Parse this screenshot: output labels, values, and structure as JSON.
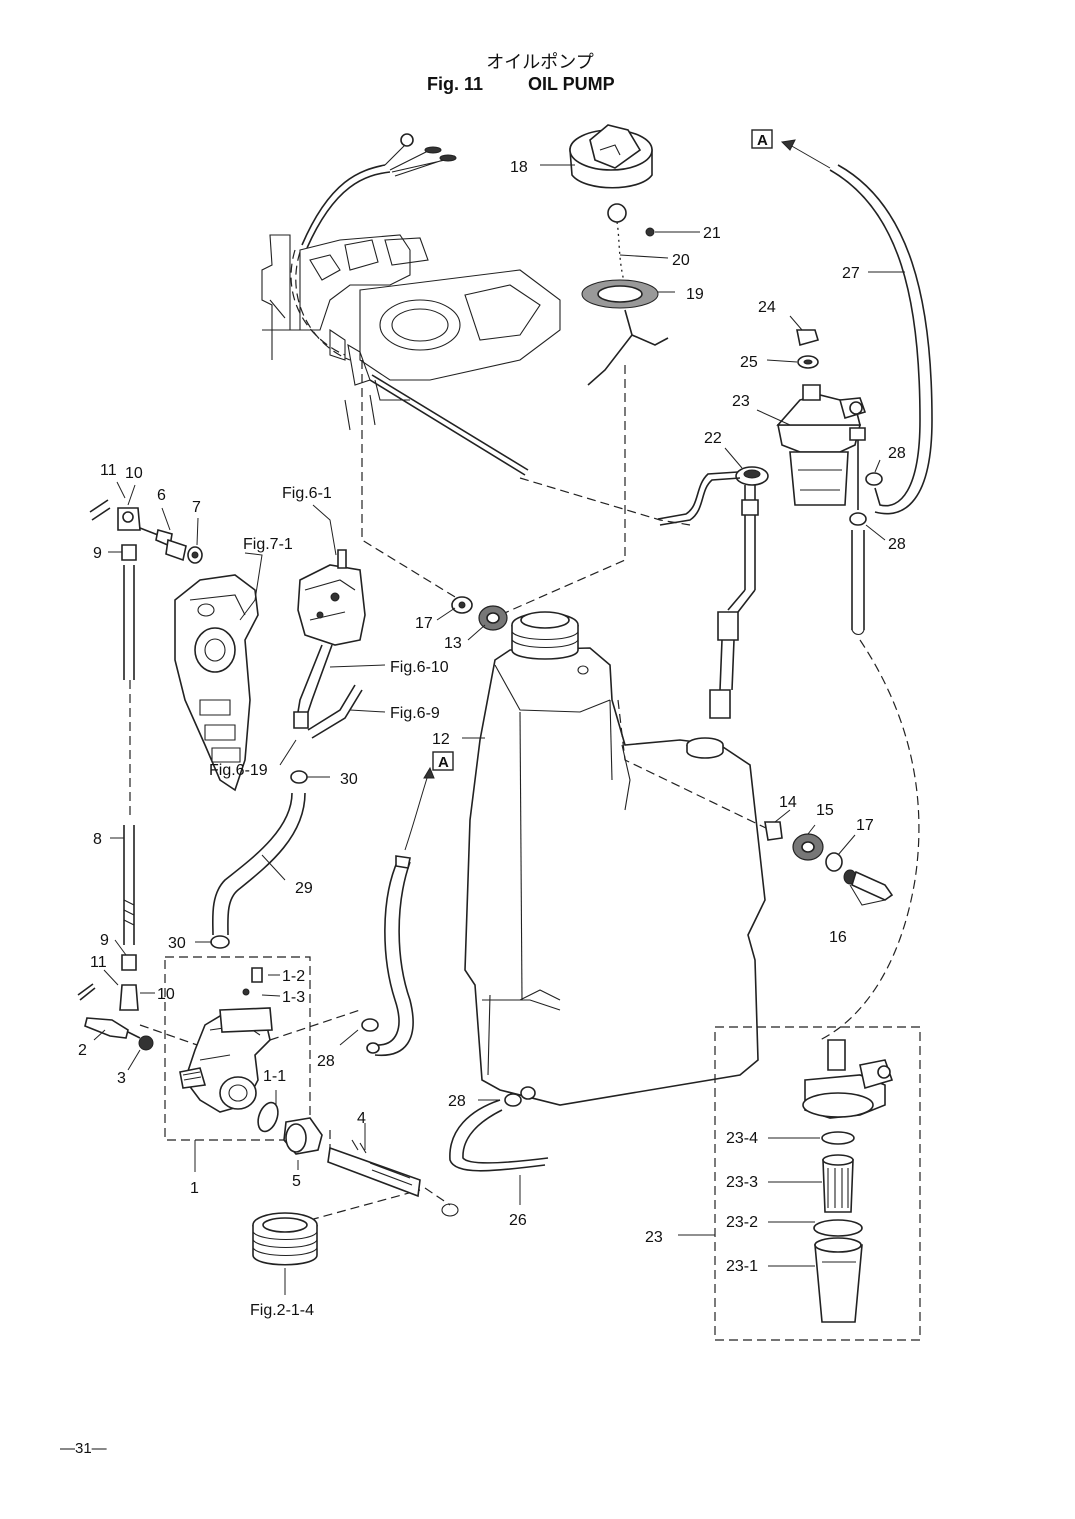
{
  "header": {
    "title_jp": "オイルポンプ",
    "figure_number": "Fig. 11",
    "figure_title": "OIL PUMP"
  },
  "footer": {
    "page_number": "—31—"
  },
  "callouts": {
    "c18": "18",
    "c21": "21",
    "c20": "20",
    "c19": "19",
    "c27": "27",
    "c24": "24",
    "c25": "25",
    "c23_top": "23",
    "c22": "22",
    "c28_a": "28",
    "c28_b": "28",
    "c11_top": "11",
    "c10_top": "10",
    "c6": "6",
    "c7": "7",
    "c9_top": "9",
    "fig7_1": "Fig.7-1",
    "fig6_1": "Fig.6-1",
    "c17_left": "17",
    "c13": "13",
    "fig6_10": "Fig.6-10",
    "fig6_9": "Fig.6-9",
    "c12": "12",
    "fig6_19": "Fig.6-19",
    "c30_top": "30",
    "c8": "8",
    "c29": "29",
    "c14": "14",
    "c15": "15",
    "c17_right": "17",
    "c16": "16",
    "c9_bot": "9",
    "c30_bot": "30",
    "c1_2": "1-2",
    "c1_3": "1-3",
    "c11_bot": "11",
    "c10_bot": "10",
    "c2": "2",
    "c3": "3",
    "c28_c": "28",
    "c1_1": "1-1",
    "c4": "4",
    "c28_d": "28",
    "c1": "1",
    "c5": "5",
    "c26": "26",
    "fig2_1_4": "Fig.2-1-4",
    "c23_4": "23-4",
    "c23_3": "23-3",
    "c23_2": "23-2",
    "c23_1": "23-1",
    "c23_bot": "23"
  },
  "ref_markers": {
    "a_top": "A",
    "a_mid": "A"
  }
}
